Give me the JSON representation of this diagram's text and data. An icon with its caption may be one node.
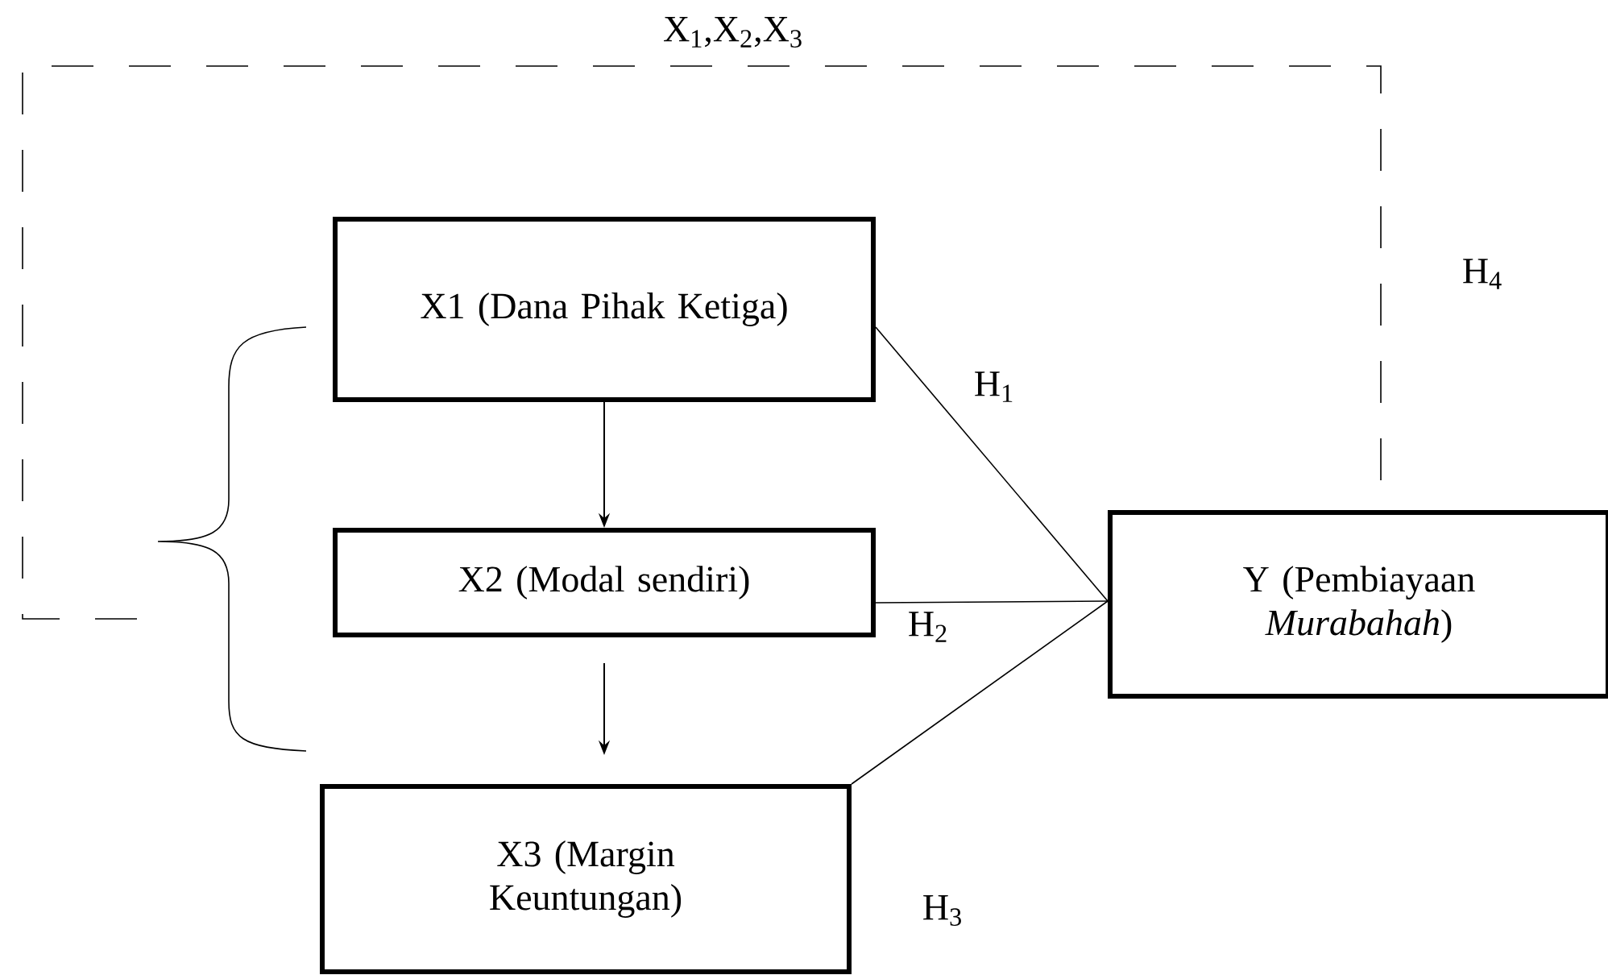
{
  "diagram": {
    "nodes": [
      {
        "text": [
          "X1 (Dana Pihak Ketiga)"
        ]
      },
      {
        "text": [
          "X2 (Modal sendiri)"
        ]
      },
      {
        "text": [
          "X3 (Margin Keuntungan)"
        ]
      },
      {
        "text": [
          "Y (Pembiayaan *Murabahah*)"
        ]
      }
    ],
    "edges": [
      {
        "from": 0,
        "to": 1,
        "arrow": "to"
      },
      {
        "from": 1,
        "to": 2,
        "arrow": "to"
      },
      {
        "from": 0,
        "to": 3,
        "arrow": "none",
        "label": "H$_{1}$"
      },
      {
        "from": 1,
        "to": 3,
        "arrow": "none",
        "label": "H$_{2}$"
      },
      {
        "from": 2,
        "to": 3,
        "arrow": "none",
        "label": "H$_{3}$"
      },
      {
        "from": null,
        "to": 3,
        "arrow": "none",
        "style": "dashed",
        "label": "X$_{1}$,X$_{2}$,X$_{3}$"
      }
    ],
    "labels": [
      "H$_{4}$"
    ]
  }
}
